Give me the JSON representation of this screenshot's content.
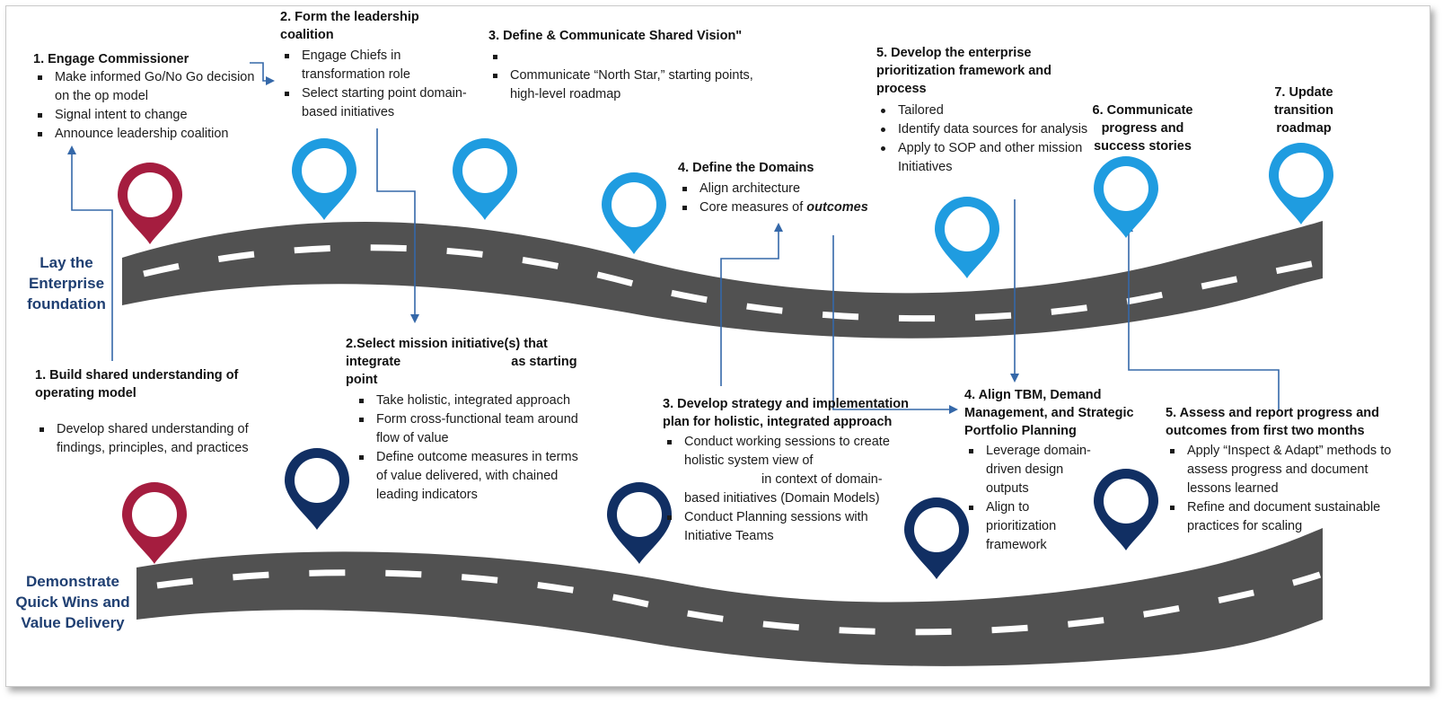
{
  "lanes": {
    "top": "Lay the Enterprise foundation",
    "bottom": "Demonstrate Quick Wins and Value Delivery"
  },
  "colors": {
    "red_pin": "#a51d3f",
    "light_pin": "#1f9ce0",
    "dark_pin": "#112f63",
    "road": "#505050",
    "arrow": "#3568a9",
    "lane_text": "#1f3f72"
  },
  "top_steps": [
    {
      "title": "1. Engage Commissioner",
      "bullets": [
        "Make informed Go/No Go decision on the op model",
        "Signal intent to change",
        "Announce leadership coalition"
      ]
    },
    {
      "title": "2. Form the leadership coalition",
      "bullets": [
        "Engage Chiefs in transformation role",
        "Select starting point domain-based initiatives"
      ]
    },
    {
      "title": "3. Define & Communicate Shared Vision\"",
      "bullets": [
        "",
        "Communicate “North Star,” starting points, high-level roadmap"
      ]
    },
    {
      "title": "4. Define the Domains",
      "bullets": [
        "Align architecture",
        "Core measures of "
      ],
      "emphasis": "outcomes"
    },
    {
      "title": "5. Develop the enterprise prioritization framework and process",
      "bullets": [
        "Tailored",
        "Identify data sources for analysis",
        "Apply to SOP and other mission Initiatives"
      ]
    },
    {
      "title": "6. Communicate progress and success stories"
    },
    {
      "title": "7. Update transition roadmap"
    }
  ],
  "bottom_steps": [
    {
      "title": "1. Build shared understanding of operating model",
      "bullets": [
        "Develop shared understanding of findings, principles, and practices"
      ]
    },
    {
      "title_a": "2.Select mission initiative(s) that integrate",
      "title_b": "as starting",
      "title_c": "point",
      "bullets": [
        "Take holistic, integrated approach",
        "Form cross-functional team around flow of value",
        "Define outcome measures in terms of value delivered, with chained leading indicators"
      ]
    },
    {
      "title": "3. Develop strategy and implementation plan for holistic, integrated approach",
      "bullet1_a": "Conduct working sessions to create holistic system view of",
      "bullet1_b": "in context of domain-based initiatives (Domain Models)",
      "bullet2": "Conduct Planning sessions with Initiative Teams"
    },
    {
      "title": "4. Align TBM, Demand Management, and Strategic Portfolio Planning",
      "bullets": [
        "Leverage domain-driven design outputs",
        "Align to prioritization framework"
      ]
    },
    {
      "title": "5. Assess and report progress and outcomes from first two months",
      "bullets": [
        "Apply “Inspect & Adapt” methods to assess progress and document lessons learned",
        "Refine and document sustainable practices for scaling"
      ]
    }
  ]
}
